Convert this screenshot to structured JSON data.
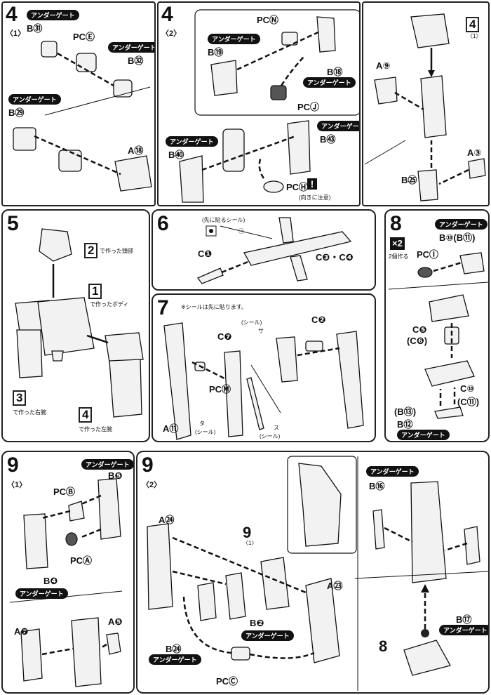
{
  "under_gate": "アンダーゲート",
  "steps": {
    "s4_1": {
      "num": "4",
      "sub": "〈1〉",
      "b31": "B㉛",
      "pce": "PCⒺ",
      "b32": "B㉜",
      "b29": "B㉙",
      "a18": "A⑱"
    },
    "s4_2": {
      "num": "4",
      "sub": "〈2〉",
      "pcn": "PCⓃ",
      "b19": "B⑲",
      "b18": "B⑱",
      "pcj": "PCⒿ",
      "b40": "B㊵",
      "b43": "B㊸",
      "pch": "PCⒽ",
      "note": "(向きに注意)",
      "excl": "!"
    },
    "s4_ref": {
      "box": "4",
      "sub": "〈1〉",
      "a9": "A⑨",
      "a3": "A③",
      "b25": "B㉕"
    },
    "s5": {
      "num": "5",
      "box2": "2",
      "t2": "で作った頭部",
      "box1": "1",
      "t1": "で作ったボディ",
      "box3": "3",
      "t3": "で作った右腕",
      "box4": "4",
      "t4": "で作った左腕"
    },
    "s6": {
      "num": "6",
      "seal_note": "(先に貼るシール)",
      "seal_mark": "㊀",
      "c1": "C❶",
      "c34": "C❸・C❹"
    },
    "s7": {
      "num": "7",
      "note": "※シールは先に貼ります。",
      "c7": "C❼",
      "c2": "C❷",
      "pcm": "PCⓂ",
      "a11": "A⑪",
      "seal_ta": "タ",
      "seal_sa": "サ",
      "seal_su": "ス",
      "seal_label": "(シール)"
    },
    "s8": {
      "num": "8",
      "x2": "×2",
      "x2_sub": "2個作る",
      "b10_11": "B⑩(B⑪)",
      "pci": "PCⒾ",
      "c5": "C❺",
      "c6": "(C❻)",
      "c10": "C⑩",
      "c11": "(C⑪)",
      "b13": "(B⑬)",
      "b12": "B⑫"
    },
    "s9_1": {
      "num": "9",
      "sub": "〈1〉",
      "b5": "B❺",
      "pcb": "PCⒷ",
      "pca": "PCⒶ",
      "b4": "B❹",
      "a7": "A❼",
      "a5": "A❺"
    },
    "s9_2": {
      "num": "9",
      "sub": "〈2〉",
      "a24": "A㉔",
      "ref_num": "9",
      "ref_sub": "〈1〉",
      "a23": "A㉓",
      "b2": "B❷",
      "b24": "B㉔",
      "pcc": "PCⒸ",
      "b16": "B⑯",
      "b17": "B⑰",
      "ref8": "8"
    }
  }
}
